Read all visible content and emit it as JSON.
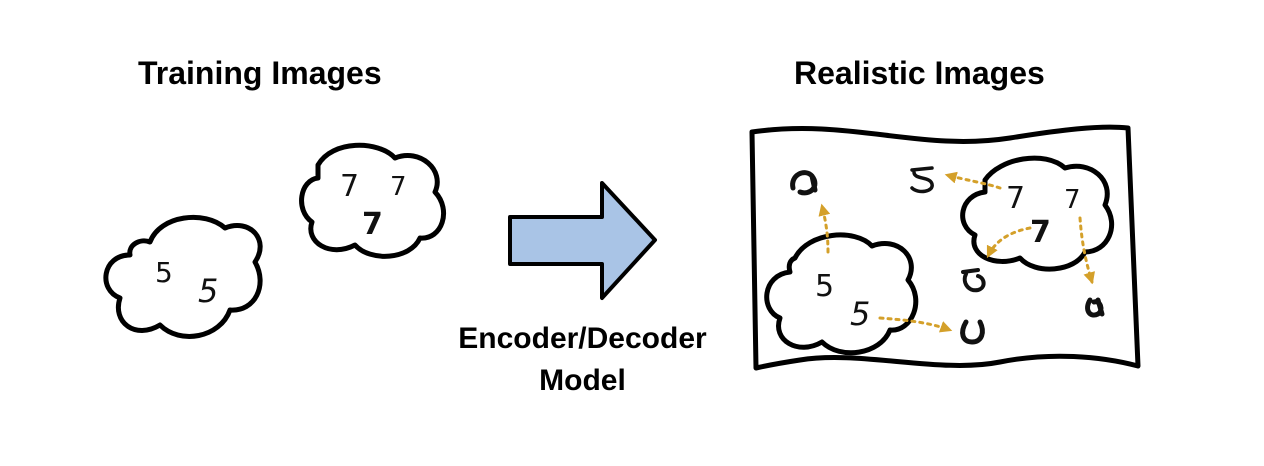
{
  "titles": {
    "training": "Training Images",
    "realistic": "Realistic Images"
  },
  "model": {
    "line1": "Encoder/Decoder",
    "line2": "Model"
  },
  "training_clouds": [
    {
      "digits": [
        "5",
        "5"
      ]
    },
    {
      "digits": [
        "7",
        "7",
        "7"
      ]
    }
  ],
  "realistic_clouds": [
    {
      "digits": [
        "5",
        "5"
      ]
    },
    {
      "digits": [
        "7",
        "7",
        "7"
      ]
    }
  ],
  "colors": {
    "arrow_fill": "#a9c4e6",
    "dotted_arrow": "#d4a02a",
    "outline": "#000000"
  }
}
